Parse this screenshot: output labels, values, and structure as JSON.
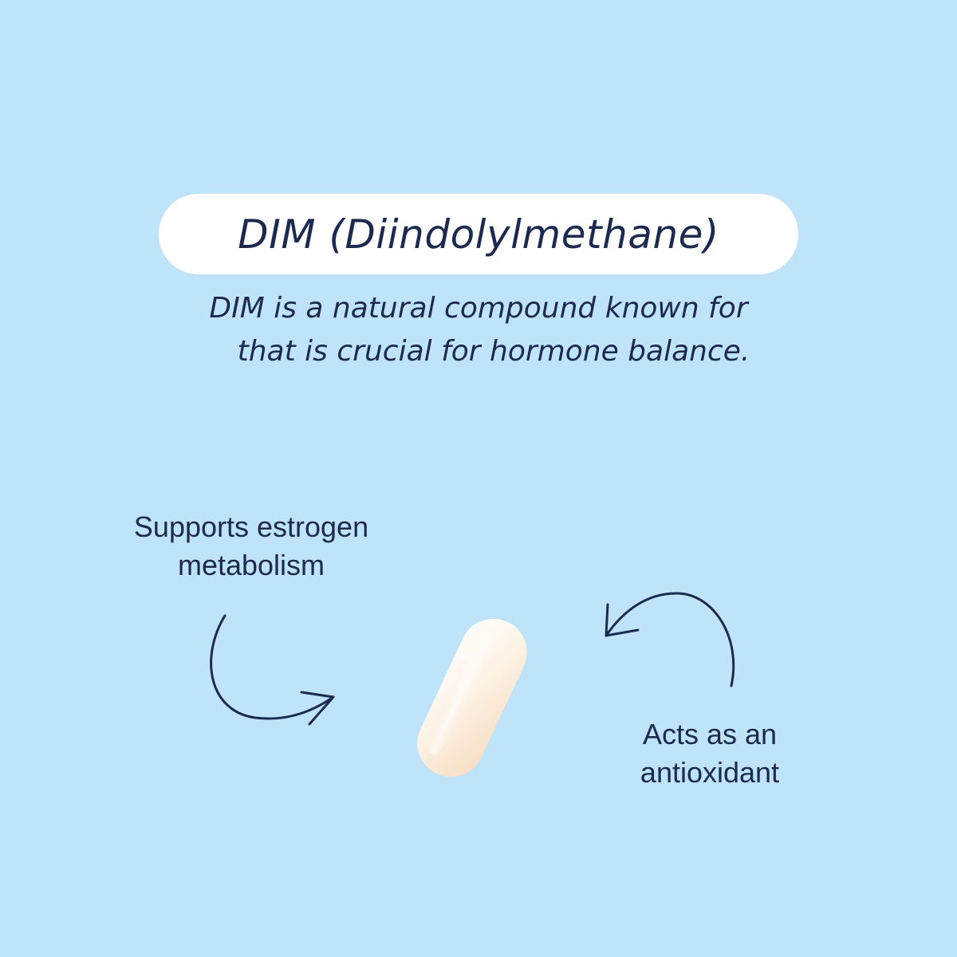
{
  "title": "DIM (Diindolylmethane)",
  "description": {
    "line1": "DIM is a natural compound known for",
    "line2": "that is crucial for hormone balance."
  },
  "benefits": {
    "left": {
      "line1": "Supports estrogen",
      "line2": "metabolism"
    },
    "right": {
      "line1": "Acts as an",
      "line2": "antioxidant"
    }
  },
  "colors": {
    "background": "#bfe4fa",
    "pill_label": "#ffffff",
    "text": "#1b2a4e",
    "capsule": "#fdf1e4"
  }
}
